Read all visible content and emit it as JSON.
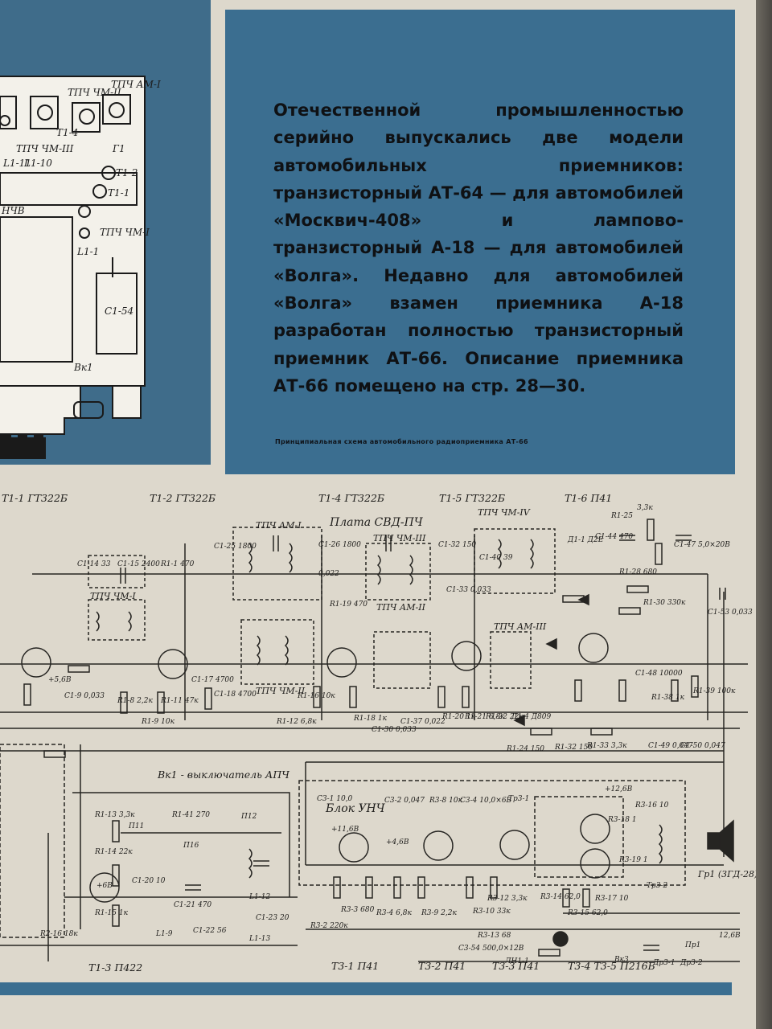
{
  "intro_text": "Отечественной промышленностью серийно выпускались две модели автомобильных приемников: транзисторный АТ-64 — для автомобилей «Москвич-408» и лампово-транзисторный А-18 — для автомобилей «Волга». Недавно для автомобилей «Волга» взамен приемника А-18 разработан полностью транзисторный приемник АТ-66. Описание приемника АТ-66 помещено на стр. 28—30.",
  "caption": "Принципиальная схема автомобильного радиоприемника АТ-66",
  "device_labels": [
    "ТПЧ ЧМ-II",
    "ТПЧ АМ-I",
    "Т1-4",
    "ТПЧ ЧМ-III",
    "Г1",
    "L1-11",
    "L1-10",
    "Т1-2",
    "Т1-1",
    "ТПЧ ЧМ-I",
    "L1-1",
    "С1-54",
    "Вк1",
    "НЧВ"
  ],
  "schematic": {
    "transistor_labels": [
      "Т1-1 ГТ322Б",
      "Т1-2 ГТ322Б",
      "Т1-4 ГТ322Б",
      "Т1-5 ГТ322Б",
      "Т1-6 П41",
      "Т1-3 П422",
      "Т3-1 П41",
      "Т3-2 П41",
      "Т3-3 П41",
      "Т3-4 Т3-5 П216Б"
    ],
    "board_labels": [
      "Плата СВД-ПЧ",
      "Блок УНЧ"
    ],
    "block_labels": [
      "ТПЧ АМ-I",
      "ТПЧ ЧМ-III",
      "ТПЧ АМ-II",
      "ТПЧ ЧМ-IV",
      "ТПЧ ЧМ-I",
      "ТПЧ ЧМ-II",
      "ТПЧ АМ-III"
    ],
    "switch_label": "Вк1 - выключатель АПЧ",
    "speaker_label": "Гр1 (3ГД-28)",
    "component_labels": [
      "R1-1 470",
      "С1-25 1800",
      "С1-26 1800",
      "0,022",
      "R1-19 470",
      "С1-32 150",
      "С1-33 0,033",
      "С1-40 39",
      "R1-25",
      "3,3к",
      "С1-47 5,0×20В",
      "Д1-1 Д2Е",
      "С1-44 470",
      "R1-28 680",
      "R1-30 330к",
      "С1-53 0,033",
      "С1-48 10000",
      "R1-38 1к",
      "R1-39 100к",
      "С1-49 0,047",
      "С1-50 0,047",
      "R1-33 3,3к",
      "R1-24 150",
      "R1-32 150",
      "Д1-4 Д809",
      "С1-17 4700",
      "С1-18 4700",
      "R1-9 10к",
      "R1-8 2,2к",
      "R1-11 47к",
      "R1-12 6,8к",
      "R1-16 10к",
      "R1-18 1к",
      "С1-30 0,033",
      "С1-37 0,022",
      "R1-20 1к",
      "R1-21 6,8к",
      "R1-22 22к",
      "С1-9 0,033",
      "С1-14 33",
      "С1-15 2400",
      "R1-41 270",
      "R1-13 3,3к",
      "R1-14 22к",
      "R1-15 1к",
      "С1-20 10",
      "R2-16 18к",
      "С3-1 10,0",
      "С3-2 0,047",
      "R3-8 10к",
      "С3-4 10,0×6В",
      "Тр3-1",
      "R3-16 10",
      "R3-18 1",
      "R3-19 1",
      "Тр3-2",
      "R3-17 10",
      "R3-14 62,0",
      "R3-15 62,0",
      "R3-12 3,3к",
      "R3-10 33к",
      "R3-9 2,2к",
      "R3-3 680",
      "R3-4 6,8к",
      "R3-2 220к",
      "R3-13 68",
      "С3-54 500,0×12В",
      "Пр1",
      "12,6В",
      "Др3-1",
      "Др3-2",
      "ЛН1-1",
      "Вк3",
      "П11",
      "П12",
      "П16",
      "L1-9",
      "L1-12",
      "L1-13",
      "С1-23 20",
      "С1-22 56",
      "С1-21 470",
      "+5,6В",
      "+4,6В",
      "+6В",
      "+12,6В",
      "+11,6В"
    ]
  },
  "colors": {
    "panel_blue": "#3b6e90",
    "paper": "#ddd8cc",
    "ink": "#1e1d1b"
  }
}
